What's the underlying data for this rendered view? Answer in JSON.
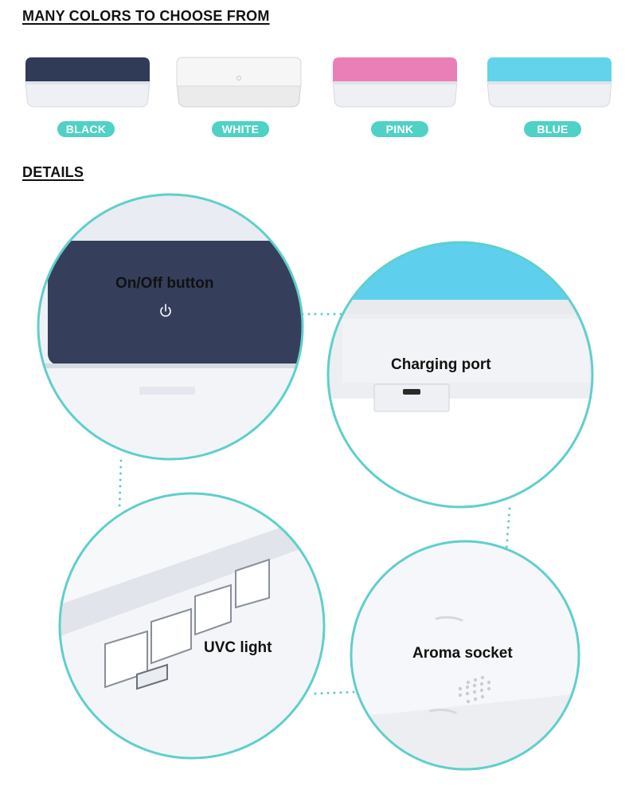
{
  "colors_section": {
    "title": "MANY COLORS TO CHOOSE FROM",
    "options": [
      {
        "label": "BLACK",
        "lid_color": "#2f3b57"
      },
      {
        "label": "WHITE",
        "lid_color": "#f2f2f2"
      },
      {
        "label": "PINK",
        "lid_color": "#ea7fb8"
      },
      {
        "label": "BLUE",
        "lid_color": "#63d3ec"
      }
    ],
    "badge_color": "#4fd1c5"
  },
  "details_section": {
    "title": "DETAILS",
    "callouts": [
      {
        "label": "On/Off button",
        "icon": "power-icon"
      },
      {
        "label": "Charging port",
        "icon": "usb-port-icon"
      },
      {
        "label": "UVC light",
        "icon": "uvc-lamp-icon"
      },
      {
        "label": "Aroma socket",
        "icon": "aroma-holes-icon"
      }
    ],
    "ring_color": "#5fcfcb"
  }
}
